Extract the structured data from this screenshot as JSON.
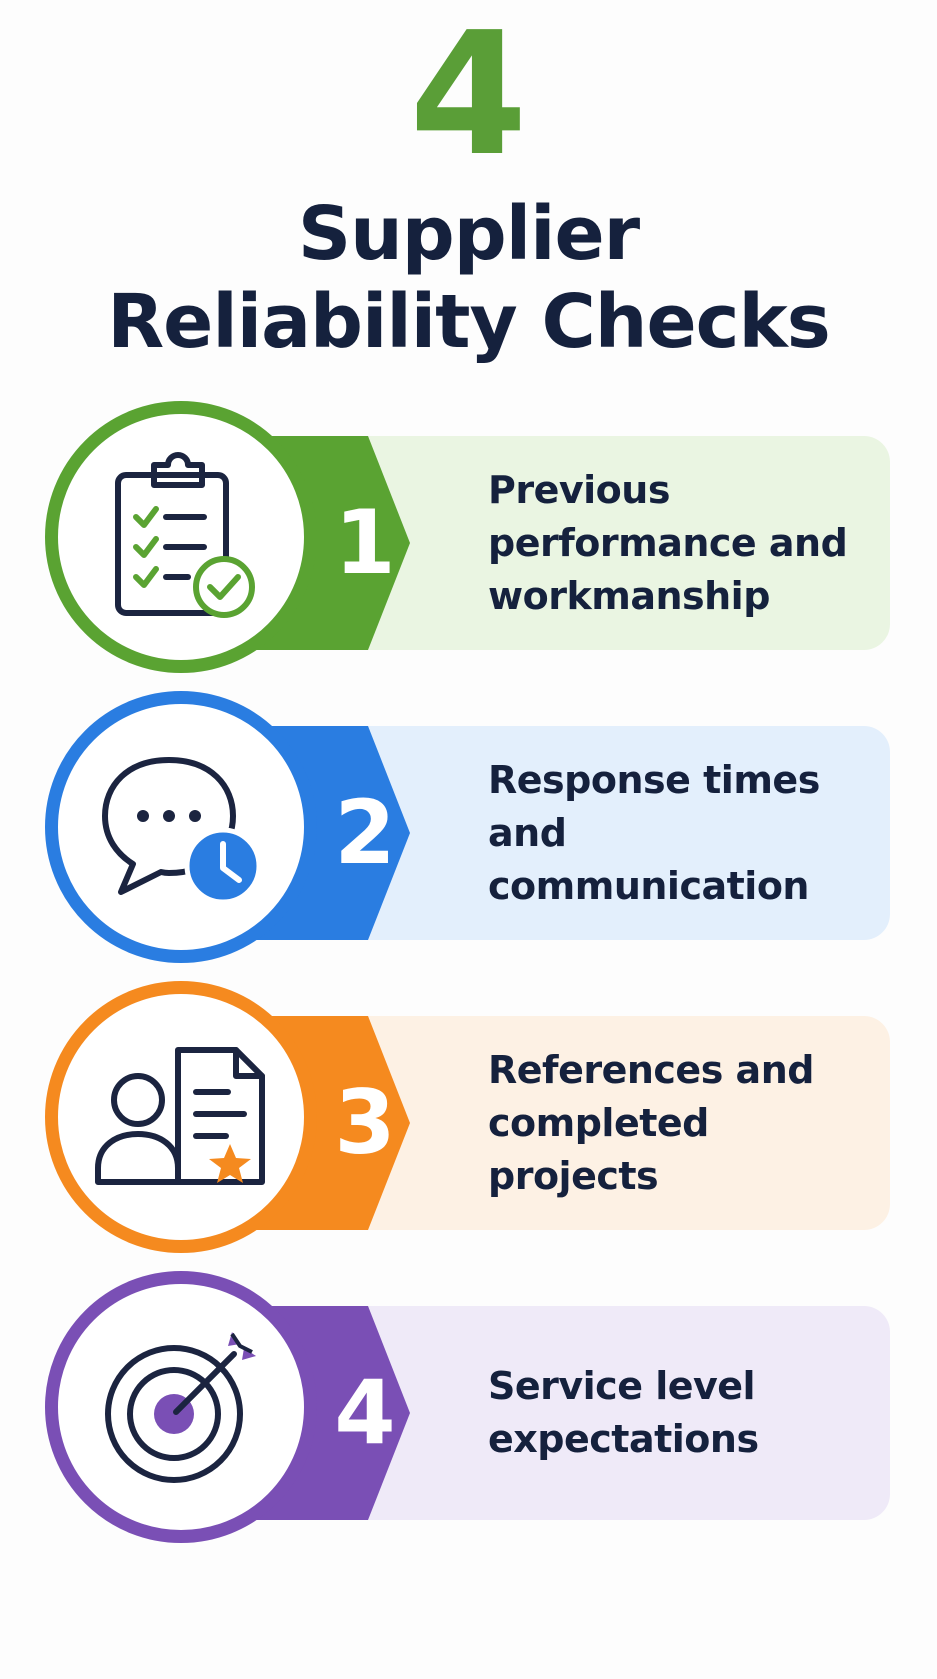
{
  "header": {
    "number": "4",
    "title_line1": "Supplier",
    "title_line2": "Reliability Checks"
  },
  "items": [
    {
      "number": "1",
      "text": "Previous performance and workmanship",
      "icon": "clipboard-check-icon",
      "color": "#5aa332",
      "light": "#eaf5e2"
    },
    {
      "number": "2",
      "text": "Response times and communication",
      "icon": "chat-clock-icon",
      "color": "#2a7de1",
      "light": "#e3effc"
    },
    {
      "number": "3",
      "text": "References and completed projects",
      "icon": "person-document-star-icon",
      "color": "#f58a1f",
      "light": "#fdf1e4"
    },
    {
      "number": "4",
      "text": "Service level expectations",
      "icon": "target-arrow-icon",
      "color": "#7a4fb5",
      "light": "#efeaf8"
    }
  ]
}
